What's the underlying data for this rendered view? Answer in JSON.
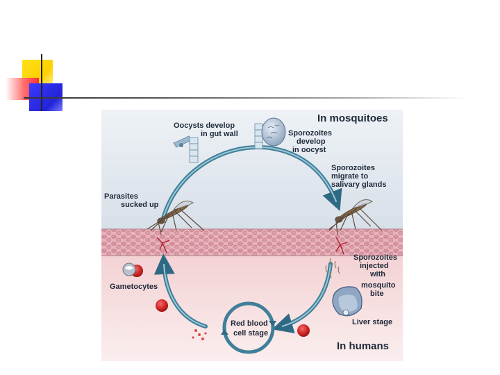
{
  "diagram": {
    "region_top": "In mosquitoes",
    "region_bottom": "In humans",
    "labels": {
      "oocysts_1": "Oocysts develop",
      "oocysts_2": "in gut wall",
      "sporo_develop_1": "Sporozoites",
      "sporo_develop_2": "develop",
      "sporo_develop_3": "in oocyst",
      "sporo_migrate_1": "Sporozoites",
      "sporo_migrate_2": "migrate to",
      "sporo_migrate_3": "salivary glands",
      "parasites_1": "Parasites",
      "parasites_2": "sucked up",
      "sporo_inject_1": "Sporozoites",
      "sporo_inject_2": "injected",
      "sporo_inject_3": "with",
      "sporo_inject_4": "mosquito",
      "sporo_inject_5": "bite",
      "gametocytes": "Gametocytes",
      "liver": "Liver stage",
      "rbc_1": "Red blood",
      "rbc_2": "cell stage"
    },
    "colors": {
      "sky": "#dfe6ee",
      "human_bg": "#f7dede",
      "skin": "#e9b7bd",
      "cycle_arrow": "#3f7f99",
      "rbc": "#d32a2a",
      "text": "#1e2a3a"
    }
  }
}
